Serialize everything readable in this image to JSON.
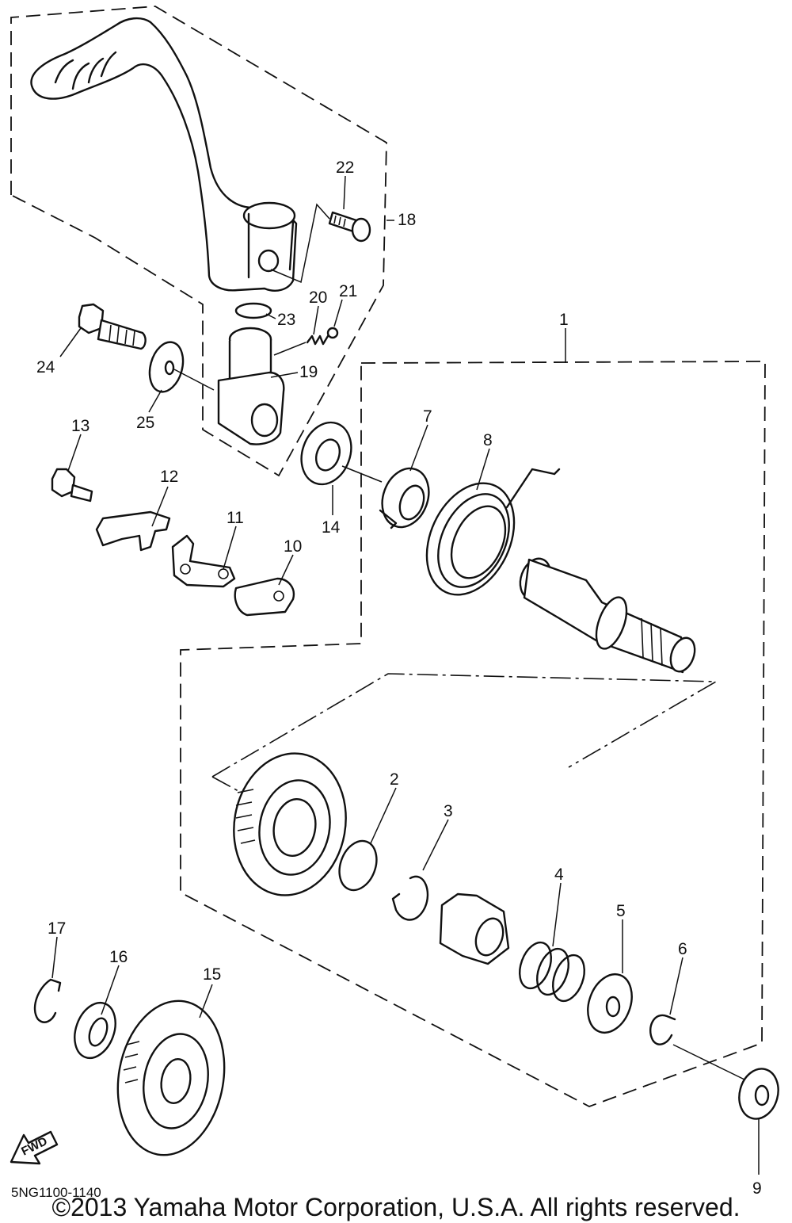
{
  "diagram": {
    "part_numbers": {
      "n1": "1",
      "n2": "2",
      "n3": "3",
      "n4": "4",
      "n5": "5",
      "n6": "6",
      "n7": "7",
      "n8": "8",
      "n9": "9",
      "n10": "10",
      "n11": "11",
      "n12": "12",
      "n13": "13",
      "n14": "14",
      "n15": "15",
      "n16": "16",
      "n17": "17",
      "n18": "18",
      "n19": "19",
      "n20": "20",
      "n21": "21",
      "n22": "22",
      "n23": "23",
      "n24": "24",
      "n25": "25"
    },
    "fwd_label": "FWD",
    "code": "5NG1100-1140"
  },
  "footer": {
    "copyright": "©2013 Yamaha Motor Corporation, U.S.A. All rights reserved."
  }
}
